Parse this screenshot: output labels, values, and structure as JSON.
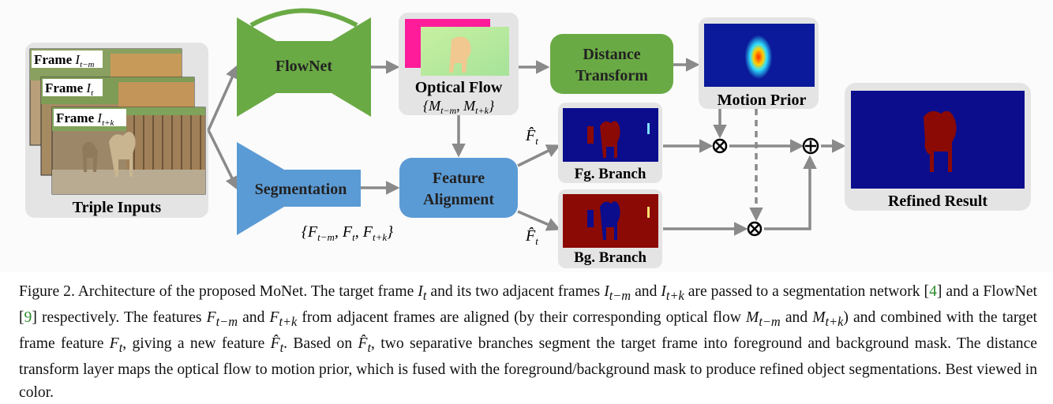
{
  "diagram": {
    "inputs": {
      "frames": [
        {
          "label": "Frame",
          "sub": "I",
          "subscript": "t−m"
        },
        {
          "label": "Frame",
          "sub": "I",
          "subscript": "t"
        },
        {
          "label": "Frame",
          "sub": "I",
          "subscript": "t+k"
        }
      ],
      "caption": "Triple Inputs"
    },
    "flownet": {
      "label": "FlowNet"
    },
    "segmentation": {
      "label": "Segmentation",
      "features": "{F_{t−m}, F_t, F_{t+k}}"
    },
    "optical_flow": {
      "label": "Optical Flow",
      "math": "{M_{t−m}, M_{t+k}}"
    },
    "distance_transform": {
      "label_line1": "Distance",
      "label_line2": "Transform"
    },
    "motion_prior": {
      "label": "Motion Prior"
    },
    "feature_alignment": {
      "label_line1": "Feature",
      "label_line2": "Alignment"
    },
    "fg_branch": {
      "label": "Fg. Branch"
    },
    "bg_branch": {
      "label": "Bg. Branch"
    },
    "refined": {
      "label": "Refined Result"
    },
    "f_hat": "F̂",
    "f_hat_sub": "t",
    "colors": {
      "green": "#6aaa45",
      "blue": "#5b9bd5",
      "panel": "#e4e4e4",
      "arrow": "#8a8a8a",
      "mask_blue": "#0b0d8c",
      "mask_red": "#8b0a06"
    }
  },
  "caption": {
    "figure": "Figure 2.",
    "text": "Architecture of the proposed MoNet. The target frame I_t and its two adjacent frames I_{t−m} and I_{t+k} are passed to a segmentation network [4] and a FlowNet [9] respectively. The features F_{t−m} and F_{t+k} from adjacent frames are aligned (by their corresponding optical flow M_{t−m} and M_{t+k}) and combined with the target frame feature F_t, giving a new feature F̂_t. Based on F̂_t, two separative branches segment the target frame into foreground and background mask. The distance transform layer maps the optical flow to motion prior, which is fused with the foreground/background mask to produce refined object segmentations. Best viewed in color.",
    "ref1": "4",
    "ref2": "9"
  }
}
